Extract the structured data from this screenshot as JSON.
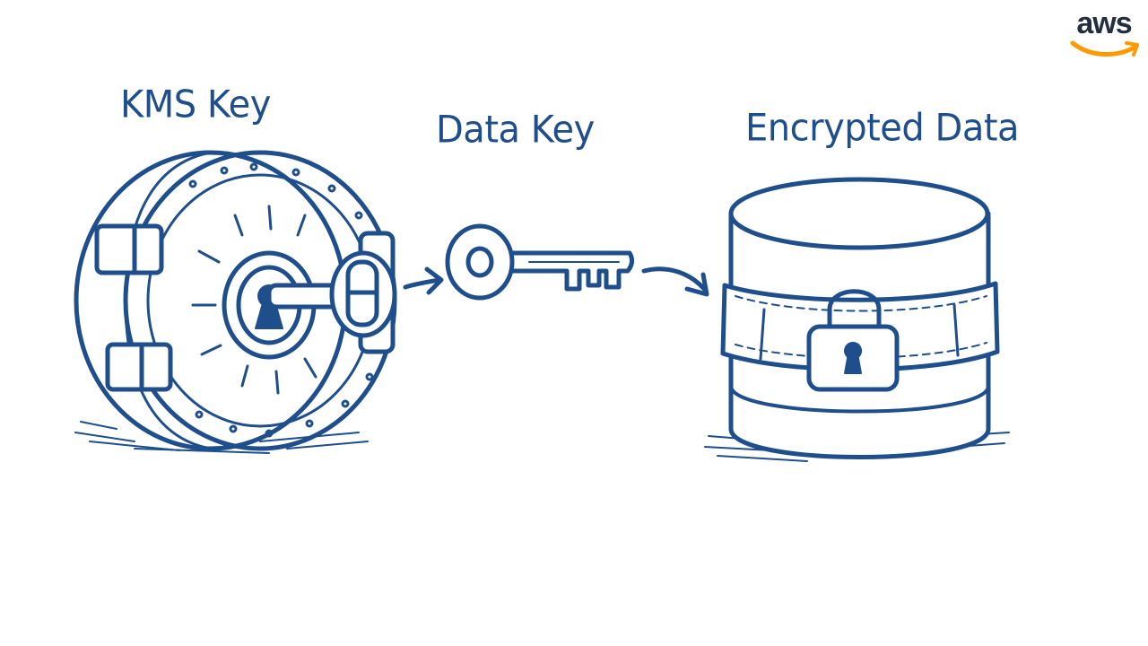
{
  "labels": {
    "kms_key": "KMS Key",
    "data_key": "Data Key",
    "encrypted_data": "Encrypted Data"
  },
  "logo": {
    "text": "aws"
  },
  "colors": {
    "ink": "#1f4e8c",
    "logo_text": "#232f3e",
    "logo_smile": "#ff9900"
  }
}
